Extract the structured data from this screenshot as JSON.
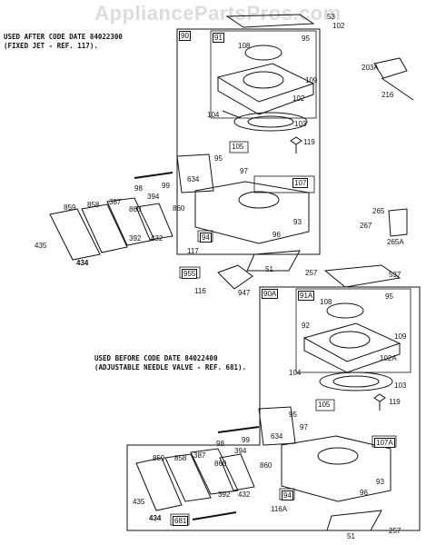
{
  "watermark": "AppliancePartsPros.com",
  "notes": {
    "after_line1": "USED AFTER CODE DATE 84022300",
    "after_line2": "(FIXED JET - REF. 117).",
    "before_line1": "USED BEFORE CODE DATE 84022400",
    "before_line2": "(ADJUSTABLE NEEDLE VALVE - REF. 681)."
  },
  "labels": {
    "p53": "53",
    "p102top": "102",
    "p90": "90",
    "p91": "91",
    "p108": "108",
    "p95a": "95",
    "p109": "109",
    "p102": "102",
    "p104": "104",
    "p103": "103",
    "p119": "119",
    "p105": "105",
    "p95b": "95",
    "p97": "97",
    "p98": "98",
    "p99": "99",
    "p634": "634",
    "p107": "107",
    "p93": "93",
    "p96": "96",
    "p859": "859",
    "p858": "858",
    "p387": "387",
    "p394": "394",
    "p860a": "860",
    "p860b": "860",
    "p435": "435",
    "p392": "392",
    "p432": "432",
    "p94": "94",
    "p117": "117",
    "p434": "434",
    "p51": "51",
    "p257": "257",
    "p203A": "203A",
    "p216": "216",
    "p265": "265",
    "p267": "267",
    "p265A": "265A",
    "p955": "955",
    "p116": "116",
    "p947": "947",
    "p537": "537",
    "p90A": "90A",
    "p91A": "91A",
    "p108b": "108",
    "p95c": "95",
    "p92": "92",
    "p109b": "109",
    "p102A": "102A",
    "p104b": "104",
    "p103b": "103",
    "p119b": "119",
    "p105b": "105",
    "p95d": "95",
    "p97b": "97",
    "p98b": "98",
    "p99b": "99",
    "p634b": "634",
    "p107A": "107A",
    "p93b": "93",
    "p96b": "96",
    "p859b": "859",
    "p858b": "858",
    "p387b": "387",
    "p394b": "394",
    "p860c": "860",
    "p860d": "860",
    "p435b": "435",
    "p392b": "392",
    "p432b": "432",
    "p94b": "94",
    "p116A": "116A",
    "p434b": "434",
    "p681": "681",
    "p51b": "51",
    "p257b": "257"
  }
}
